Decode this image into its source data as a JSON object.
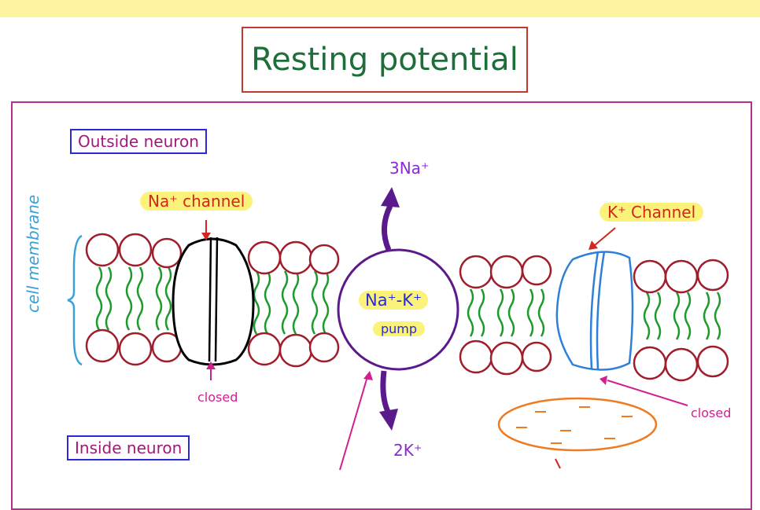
{
  "title": "Resting potential",
  "labels": {
    "outside": "Outside neuron",
    "inside": "Inside neuron",
    "cell_membrane": "cell membrane",
    "na_channel": "Na⁺ channel",
    "k_channel": "K⁺ Channel",
    "na_out": "3Na⁺",
    "k_in": "2K⁺",
    "pump_line1": "Na⁺-K⁺",
    "pump_line2": "pump",
    "closed_na": "closed",
    "closed_k": "closed"
  },
  "colors": {
    "title": "#1e6e3a",
    "title_border": "#c0392b",
    "frame": "#b72e8f",
    "lipid_head": "#a01d2b",
    "tail": "#1c9a2c",
    "na_channel": "#000000",
    "k_channel": "#2f7fd8",
    "pump": "#5b1a8c",
    "highlight": "#fbf27a",
    "magenta_text": "#d21f8f",
    "red_text": "#d0281e",
    "blue_text": "#3aa0d8",
    "orange": "#f07a20"
  }
}
